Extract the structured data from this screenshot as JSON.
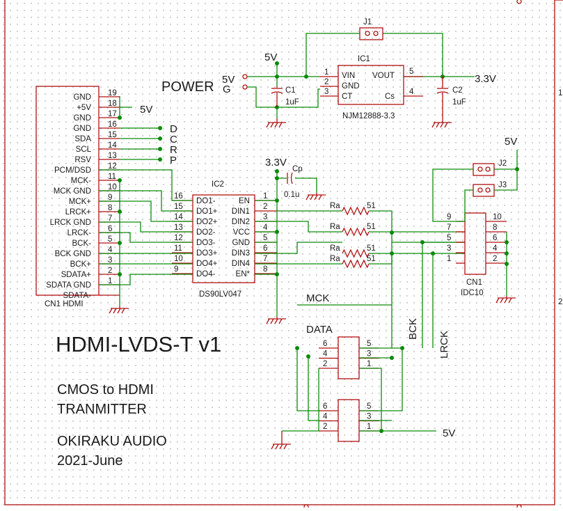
{
  "title": "HDMI-LVDS-T v1",
  "subtitle_lines": [
    "CMOS to HDMI",
    "TRANMITTER"
  ],
  "author_lines": [
    "OKIRAKU AUDIO",
    "2021-June"
  ],
  "power": {
    "label": "POWER",
    "v5_pin": "5V",
    "gnd_pin": "G",
    "net_5v_top": "5V",
    "net_3v3_out": "3.3V"
  },
  "ic1": {
    "ref": "IC1",
    "part": "NJM12888-3.3",
    "pins_left": [
      {
        "num": "1",
        "name": "VIN"
      },
      {
        "num": "2",
        "name": "GND"
      },
      {
        "num": "3",
        "name": "CT"
      }
    ],
    "pins_right": [
      {
        "num": "5",
        "name": "VOUT"
      },
      {
        "num": "4",
        "name": "Cs"
      }
    ]
  },
  "c1": {
    "ref": "C1",
    "value": "1uF"
  },
  "c2": {
    "ref": "C2",
    "value": "1uF"
  },
  "cp": {
    "ref": "Cp",
    "value": "0.1u",
    "net": "3.3V"
  },
  "j1": {
    "ref": "J1"
  },
  "j2": {
    "ref": "J2"
  },
  "j3": {
    "ref": "J3"
  },
  "net_5v_right": "5V",
  "cn1_hdmi": {
    "caption": "CN1  HDMI",
    "net_5v": "5V",
    "pins": [
      {
        "num": "19",
        "name": "GND"
      },
      {
        "num": "18",
        "name": "+5V"
      },
      {
        "num": "17",
        "name": "GND"
      },
      {
        "num": "16",
        "name": "GND"
      },
      {
        "num": "15",
        "name": "SDA"
      },
      {
        "num": "14",
        "name": "SCL"
      },
      {
        "num": "13",
        "name": "RSV"
      },
      {
        "num": "12",
        "name": "PCM/DSD"
      },
      {
        "num": "11",
        "name": "MCK-"
      },
      {
        "num": "10",
        "name": "MCK GND"
      },
      {
        "num": "9",
        "name": "MCK+"
      },
      {
        "num": "8",
        "name": "LRCK+"
      },
      {
        "num": "7",
        "name": "LRCK GND"
      },
      {
        "num": "6",
        "name": "LRCK-"
      },
      {
        "num": "5",
        "name": "BCK-"
      },
      {
        "num": "4",
        "name": "BCK GND"
      },
      {
        "num": "3",
        "name": "BCK+"
      },
      {
        "num": "2",
        "name": "SDATA+"
      },
      {
        "num": "1",
        "name": "SDATA GND"
      },
      {
        "num": "",
        "name": "SDATA-"
      }
    ],
    "flags": [
      "D",
      "C",
      "R",
      "P"
    ]
  },
  "ic2": {
    "ref": "IC2",
    "part": "DS90LV047",
    "pins_left": [
      {
        "num": "16",
        "name": "DO1-"
      },
      {
        "num": "15",
        "name": "DO1+"
      },
      {
        "num": "14",
        "name": "DO2+"
      },
      {
        "num": "13",
        "name": "DO2-"
      },
      {
        "num": "12",
        "name": "DO3-"
      },
      {
        "num": "11",
        "name": "DO3+"
      },
      {
        "num": "10",
        "name": "DO4+"
      },
      {
        "num": "9",
        "name": "DO4-"
      }
    ],
    "pins_right": [
      {
        "num": "1",
        "name": "EN"
      },
      {
        "num": "2",
        "name": "DIN1"
      },
      {
        "num": "3",
        "name": "DIN2"
      },
      {
        "num": "4",
        "name": "VCC"
      },
      {
        "num": "5",
        "name": "GND"
      },
      {
        "num": "6",
        "name": "DIN3"
      },
      {
        "num": "7",
        "name": "DIN4"
      },
      {
        "num": "8",
        "name": "EN*"
      }
    ]
  },
  "resistors": [
    {
      "ref": "Ra",
      "value": "51"
    },
    {
      "ref": "Ra",
      "value": "51"
    },
    {
      "ref": "Ra",
      "value": "51"
    },
    {
      "ref": "Ra",
      "value": "51"
    }
  ],
  "cn1_idc": {
    "ref": "CN1",
    "part": "IDC10",
    "pins": [
      {
        "l": "9",
        "r": "10"
      },
      {
        "l": "7",
        "r": "8"
      },
      {
        "l": "5",
        "r": "6"
      },
      {
        "l": "3",
        "r": "4"
      },
      {
        "l": "1",
        "r": "2"
      }
    ]
  },
  "headers": {
    "top": {
      "l": [
        "6",
        "4",
        "2"
      ],
      "r": [
        "5",
        "3",
        "1"
      ]
    },
    "bottom": {
      "l": [
        "6",
        "4",
        "2"
      ],
      "r": [
        "5",
        "3",
        "1"
      ]
    }
  },
  "nets": {
    "mck": "MCK",
    "data": "DATA",
    "bck": "BCK",
    "lrck": "LRCK",
    "v5_bottom": "5V"
  },
  "frame_marks": [
    "1",
    "2"
  ]
}
